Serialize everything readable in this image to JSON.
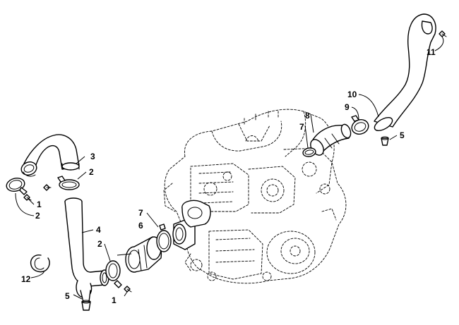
{
  "diagram": {
    "colors": {
      "line": "#000000",
      "background": "#ffffff"
    },
    "callouts": {
      "c1a": "1",
      "c1b": "1",
      "c2a": "2",
      "c2b": "2",
      "c2c": "2",
      "c3": "3",
      "c4": "4",
      "c5a": "5",
      "c5b": "5",
      "c6": "6",
      "c7a": "7",
      "c7b": "7",
      "c8": "8",
      "c9": "9",
      "c10": "10",
      "c11": "11",
      "c12": "12"
    }
  }
}
